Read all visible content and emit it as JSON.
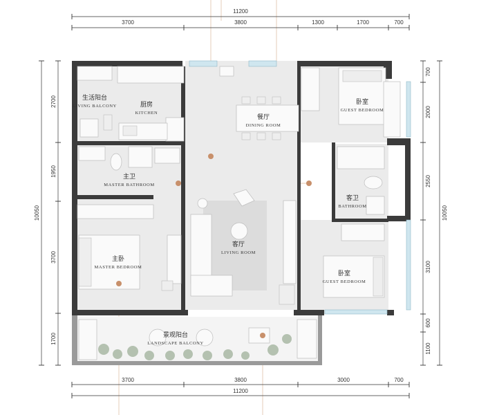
{
  "dimensions": {
    "top_total": "11200",
    "top_segments": [
      "3700",
      "3800",
      "1300",
      "1700",
      "700"
    ],
    "bottom_total": "11200",
    "bottom_segments": [
      "3700",
      "3800",
      "3000",
      "700"
    ],
    "left_total": "10050",
    "left_segments": [
      "2700",
      "1950",
      "3700",
      "1700"
    ],
    "right_total": "10050",
    "right_segments": [
      "700",
      "2000",
      "2550",
      "3100",
      "600",
      "1100"
    ]
  },
  "rooms": {
    "living_balcony": {
      "cn": "生活阳台",
      "en": "LIVING BALCONY"
    },
    "kitchen": {
      "cn": "厨房",
      "en": "KITCHEN"
    },
    "dining_room": {
      "cn": "餐厅",
      "en": "DINING ROOM"
    },
    "guest_bedroom_top": {
      "cn": "卧室",
      "en": "GUEST BEDROOM"
    },
    "master_bathroom": {
      "cn": "主卫",
      "en": "MASTER BATHROOM"
    },
    "bathroom": {
      "cn": "客卫",
      "en": "BATHROOM"
    },
    "living_room": {
      "cn": "客厅",
      "en": "LIVING ROOM"
    },
    "master_bedroom": {
      "cn": "主卧",
      "en": "MASTER BEDROOM"
    },
    "guest_bedroom_bottom": {
      "cn": "卧室",
      "en": "GUEST BEDROOM"
    },
    "landscape_balcony": {
      "cn": "景观阳台",
      "en": "LANDSCAPE BALCONY"
    }
  },
  "colors": {
    "wall": "#3b3b3b",
    "floor": "#ebebeb",
    "accent_marker": "#c8906b",
    "accent_line": "#e4c9b3",
    "window_glass": "#cfe6ef"
  }
}
